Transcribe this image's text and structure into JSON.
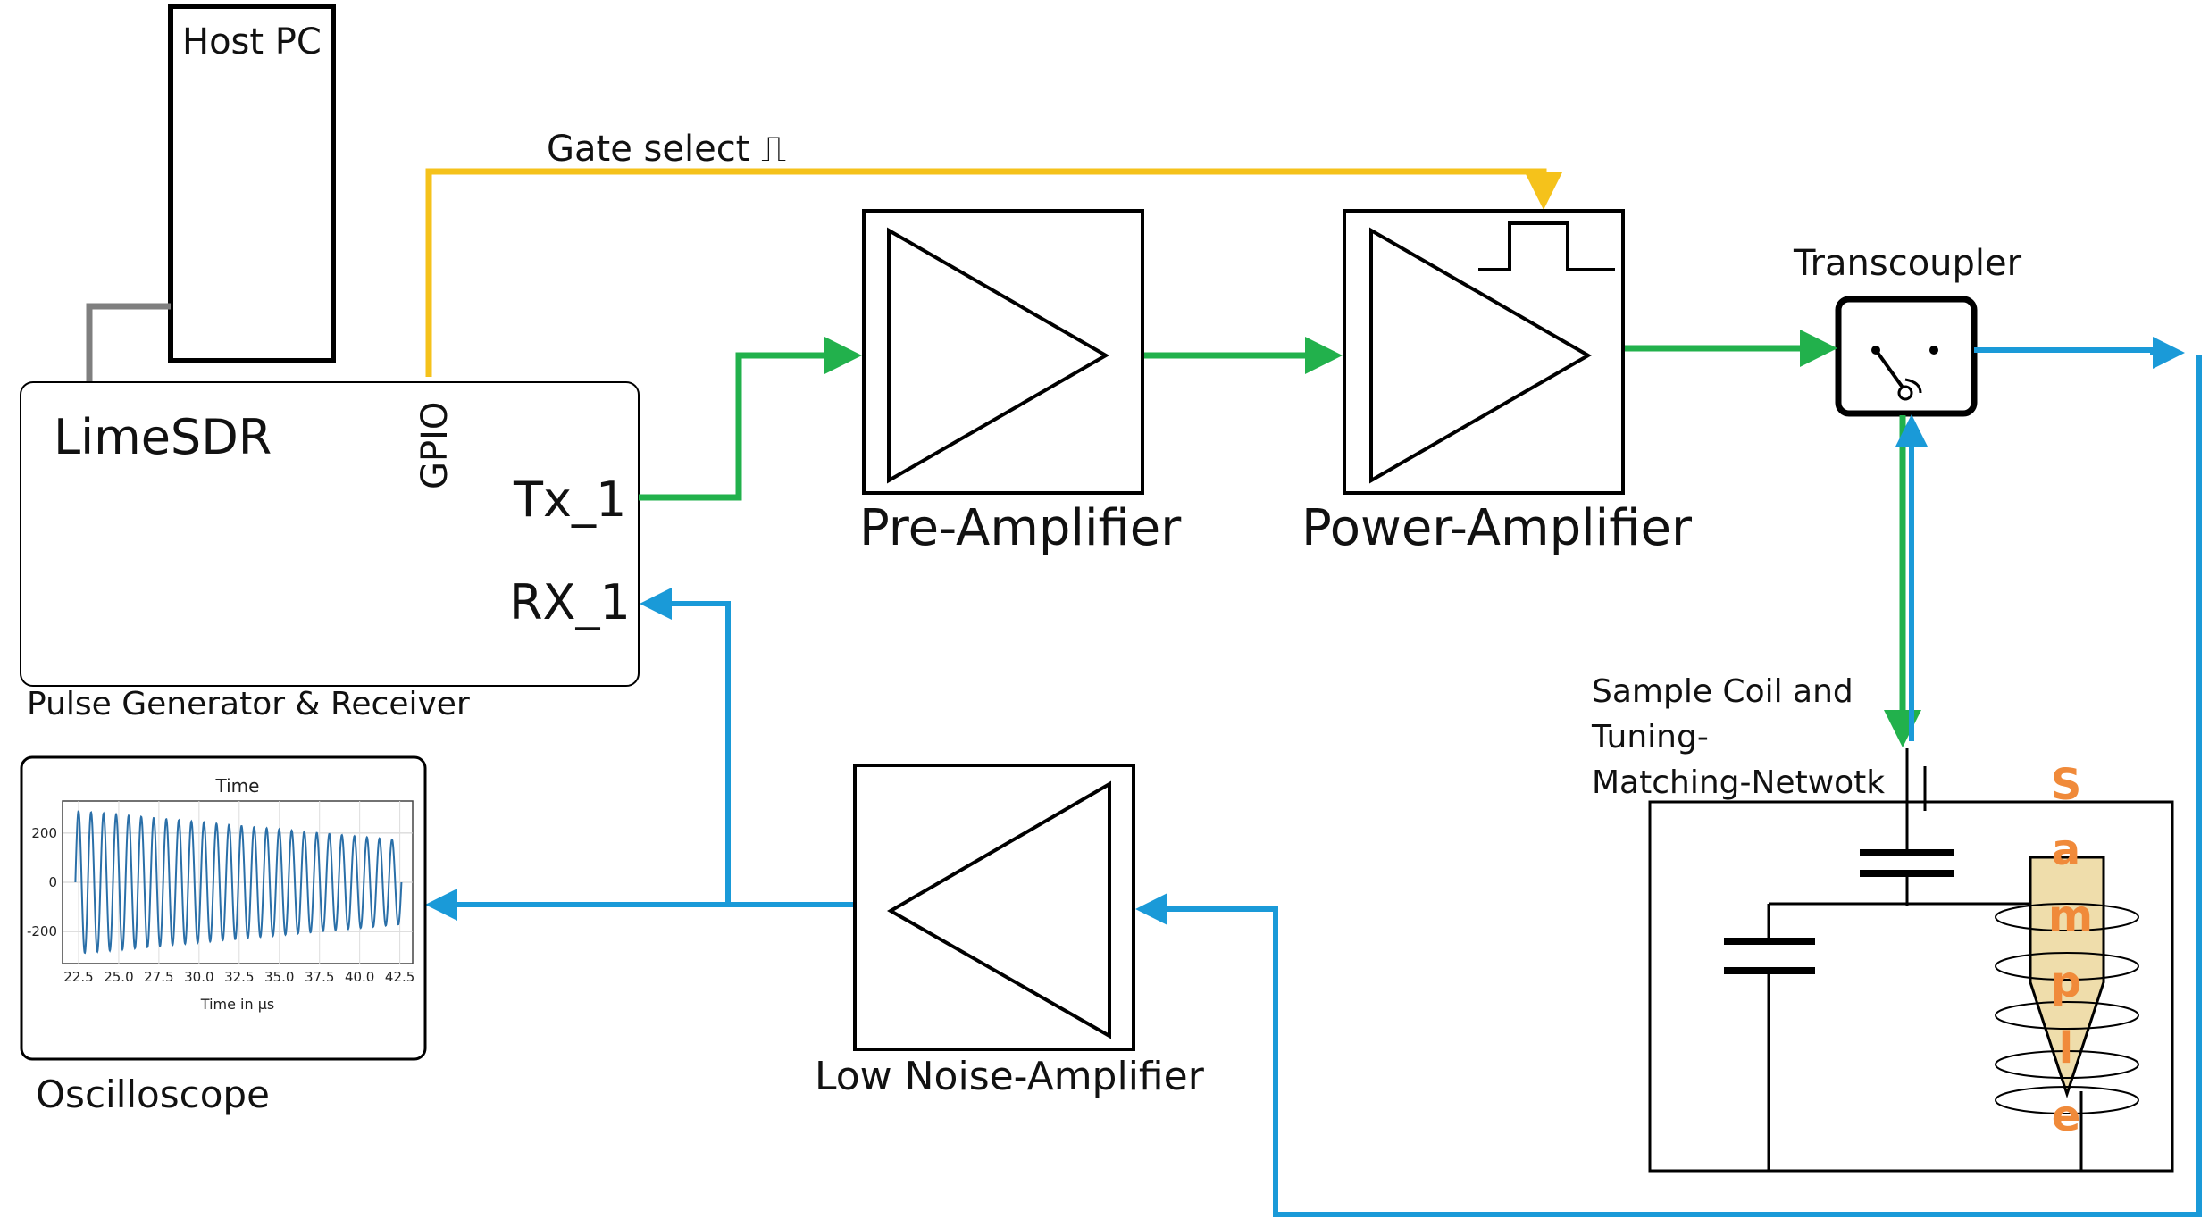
{
  "labels": {
    "host_pc": "Host PC",
    "limesdr": "LimeSDR",
    "gpio": "GPIO",
    "tx": "Tx_1",
    "rx": "RX_1",
    "pulse_gen": "Pulse Generator & Receiver",
    "gate_select": "Gate select ⎍",
    "pre_amp": "Pre-Amplifier",
    "power_amp": "Power-Amplifier",
    "transcoupler": "Transcoupler",
    "lna": "Low Noise-Amplifier",
    "coil_line1": "Sample Coil and",
    "coil_line2": "Tuning-",
    "coil_line3": "Matching-Netwotk",
    "oscilloscope": "Oscilloscope",
    "sample_letters": [
      "S",
      "a",
      "m",
      "p",
      "l",
      "e"
    ]
  },
  "oscilloscope_plot": {
    "title": "Time",
    "xlabel": "Time in µs",
    "x_ticks": [
      "22.5",
      "25.0",
      "27.5",
      "30.0",
      "32.5",
      "35.0",
      "37.5",
      "40.0",
      "42.5"
    ],
    "y_ticks": [
      "200",
      "0",
      "-200"
    ],
    "x_range": [
      21.5,
      43.3
    ],
    "y_range": [
      -330,
      330
    ],
    "signal": {
      "start": 22.3,
      "end": 42.6,
      "cycles": 26,
      "amp_start": 290,
      "amp_end": 170
    }
  },
  "colors": {
    "tx_signal": "#22B14C",
    "rx_signal": "#1A9AD8",
    "gate_signal": "#F5C21B",
    "host_link": "#7F7F7F",
    "sample_fill": "#EFDDAB",
    "sample_text": "#F08A3A",
    "trace": "#2A6FA8"
  }
}
